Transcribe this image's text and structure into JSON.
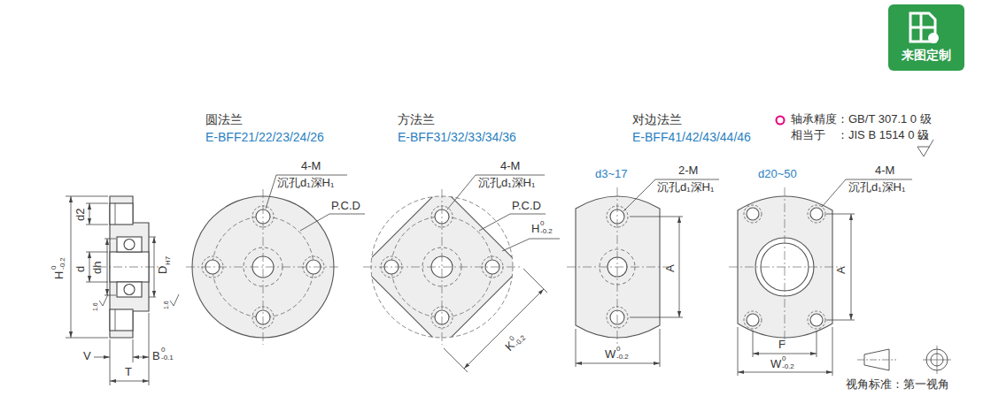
{
  "diagram": {
    "nodes": [
      {
        "text": [
          "来图定制"
        ]
      }
    ],
    "labels": [
      "轴承精度：GB/T 307.1 0 级",
      "相当于　：JIS B 1514 0 级",
      "6.3",
      "圆法兰",
      "E-BFF21/22/23/24/26",
      "方法兰",
      "E-BFF31/32/33/34/36",
      "对边法兰",
      "E-BFF41/42/43/44/46",
      "4-M",
      "沉孔d₁深H₁",
      "P.C.D",
      "4-M",
      "沉孔d₁深H₁",
      "P.C.D",
      "H",
      "0",
      "-0.2",
      "d3~17",
      "2-M",
      "沉孔d₁深H₁",
      "d20~50",
      "4-M",
      "沉孔d₁深H₁",
      "A",
      "A",
      "W",
      "0",
      "-0.2",
      "F",
      "W",
      "0",
      "-0.2",
      "K",
      "0",
      "-0.2",
      "d2",
      "d",
      "dh",
      "H",
      "0",
      "-0.2",
      "D",
      "H7",
      "1.6",
      "1.6",
      "V",
      "B",
      "0",
      "-0.1",
      "T",
      "视角标准：第一视角"
    ]
  }
}
